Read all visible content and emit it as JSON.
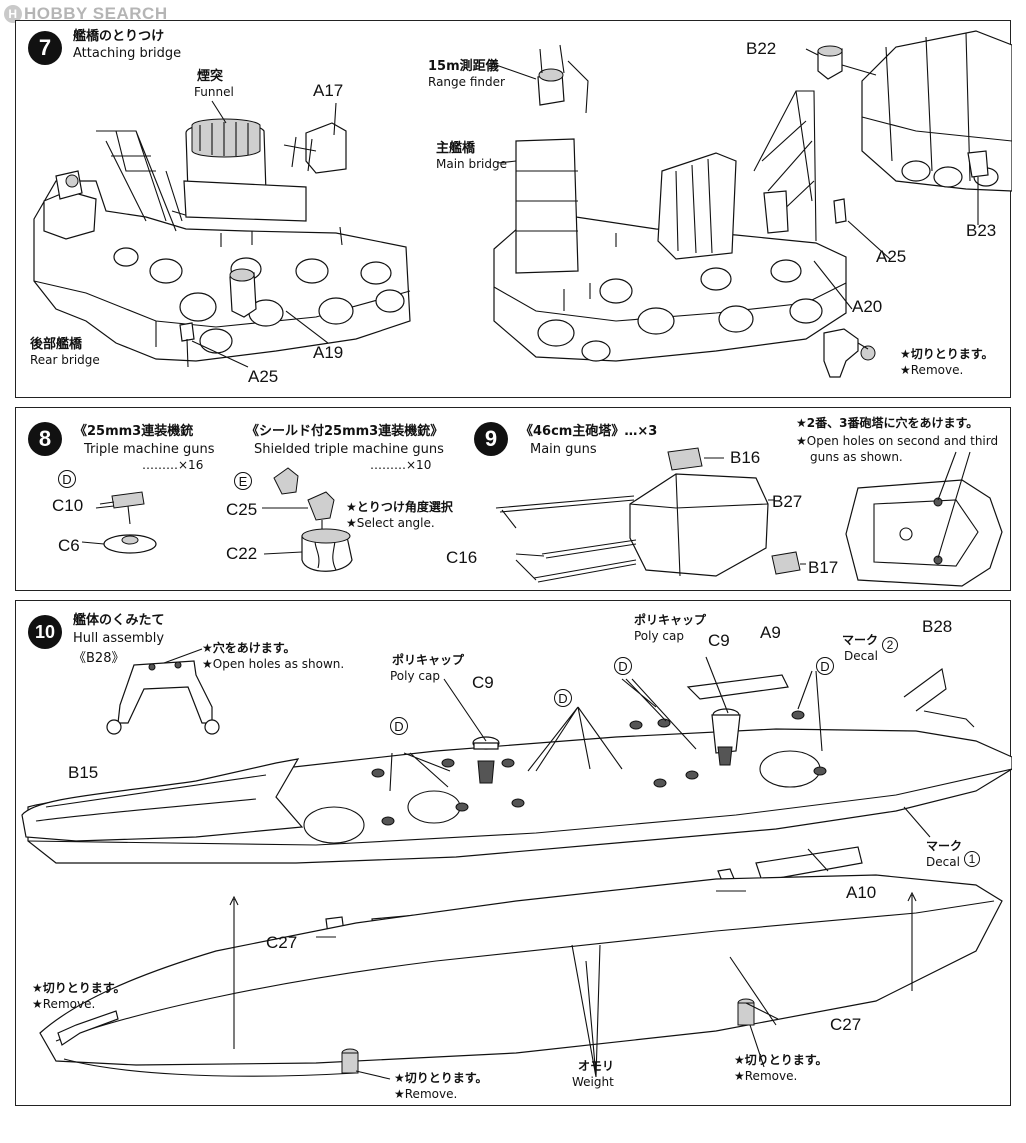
{
  "watermark": "HOBBY SEARCH",
  "step7": {
    "number": "7",
    "title_jp": "艦橋のとりつけ",
    "title_en": "Attaching bridge",
    "funnel_jp": "煙突",
    "funnel_en": "Funnel",
    "rangefinder_jp": "15m測距儀",
    "rangefinder_en": "Range finder",
    "main_bridge_jp": "主艦橋",
    "main_bridge_en": "Main bridge",
    "rear_bridge_jp": "後部艦橋",
    "rear_bridge_en": "Rear bridge",
    "remove_jp": "★切りとります。",
    "remove_en": "★Remove.",
    "parts": {
      "a17": "A17",
      "a19": "A19",
      "a25_left": "A25",
      "a25_right": "A25",
      "a20": "A20",
      "b22": "B22",
      "b23": "B23"
    }
  },
  "step8": {
    "number": "8",
    "title1_jp": "《25mm3連装機銃",
    "title1_en": "Triple machine guns",
    "count1": "………×16",
    "title2_jp": "《シールド付25mm3連装機銃》",
    "title2_en": "Shielded triple machine guns",
    "count2": "………×10",
    "letter_d": "D",
    "letter_e": "E",
    "select_jp": "★とりつけ角度選択",
    "select_en": "★Select angle.",
    "parts": {
      "c10": "C10",
      "c6": "C6",
      "c25": "C25",
      "c22": "C22"
    }
  },
  "step9": {
    "number": "9",
    "title_jp": "《46cm主砲塔》…×3",
    "title_en": "Main guns",
    "note_jp": "★2番、3番砲塔に穴をあけます。",
    "note_en1": "★Open holes on second and third",
    "note_en2": "guns as shown.",
    "parts": {
      "b16": "B16",
      "b27": "B27",
      "b17": "B17",
      "c16": "C16"
    }
  },
  "step10": {
    "number": "10",
    "title_jp": "艦体のくみたて",
    "title_en": "Hull assembly",
    "sub_part": "《B28》",
    "holes_jp": "★穴をあけます。",
    "holes_en": "★Open holes as shown.",
    "polycap_jp": "ポリキャップ",
    "polycap_en": "Poly cap",
    "mark_jp": "マーク",
    "decal_en": "Decal",
    "decal2": "2",
    "decal1": "1",
    "letter_d": "D",
    "weight_jp": "オモリ",
    "weight_en": "Weight",
    "remove_jp": "★切りとります。",
    "remove_en": "★Remove.",
    "parts": {
      "b15": "B15",
      "c9_left": "C9",
      "c9_right": "C9",
      "a9": "A9",
      "b28": "B28",
      "a10": "A10",
      "c27_left": "C27",
      "c27_right": "C27"
    }
  }
}
